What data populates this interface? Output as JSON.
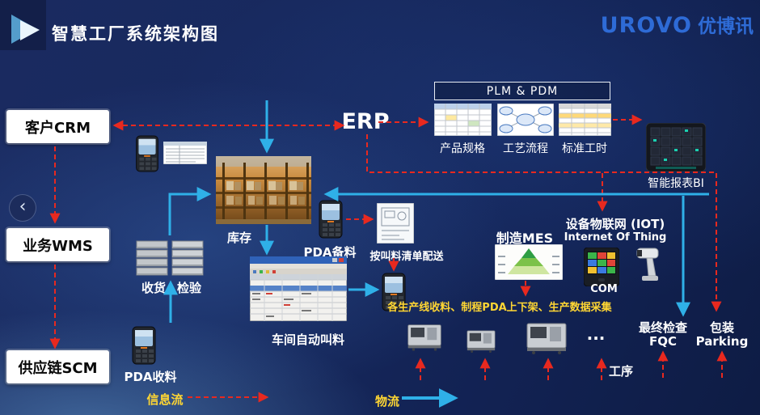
{
  "header": {
    "title": "智慧工厂系统架构图",
    "logo_en": "UROVO",
    "logo_cn": "优博讯"
  },
  "nav": {
    "back": "‹"
  },
  "systems": {
    "crm": "客户CRM",
    "wms": "业务WMS",
    "scm": "供应链SCM",
    "erp": "ERP",
    "mes": "制造MES",
    "plm_pdm": "PLM & PDM",
    "bi": "智能报表BI",
    "iot_title": "设备物联网 (IOT)",
    "iot_sub": "Internet Of Thing"
  },
  "plm_items": [
    "产品规格",
    "工艺流程",
    "标准工时"
  ],
  "logistics": {
    "inventory": "库存",
    "receiving": "收货",
    "inspection": "检验",
    "pda_prepare": "PDA备料",
    "pda_receive": "PDA收料",
    "delivery_by_list": "按叫料清单配送",
    "workshop_auto_call": "车间自动叫料"
  },
  "production": {
    "note": "各生产线收料、制程PDA上下架、生产数据采集",
    "com": "COM",
    "process": "工序",
    "ellipsis": "...",
    "fqc_cn": "最终检查",
    "fqc_en": "FQC",
    "pack_cn": "包装",
    "pack_en": "Parking"
  },
  "flows": {
    "info": "信息流",
    "material": "物流"
  },
  "colors": {
    "red_arrow": "#e8291f",
    "blue_arrow": "#2fb0e8",
    "yellow": "#ffd633",
    "logo_blue": "#2e6bd6"
  }
}
